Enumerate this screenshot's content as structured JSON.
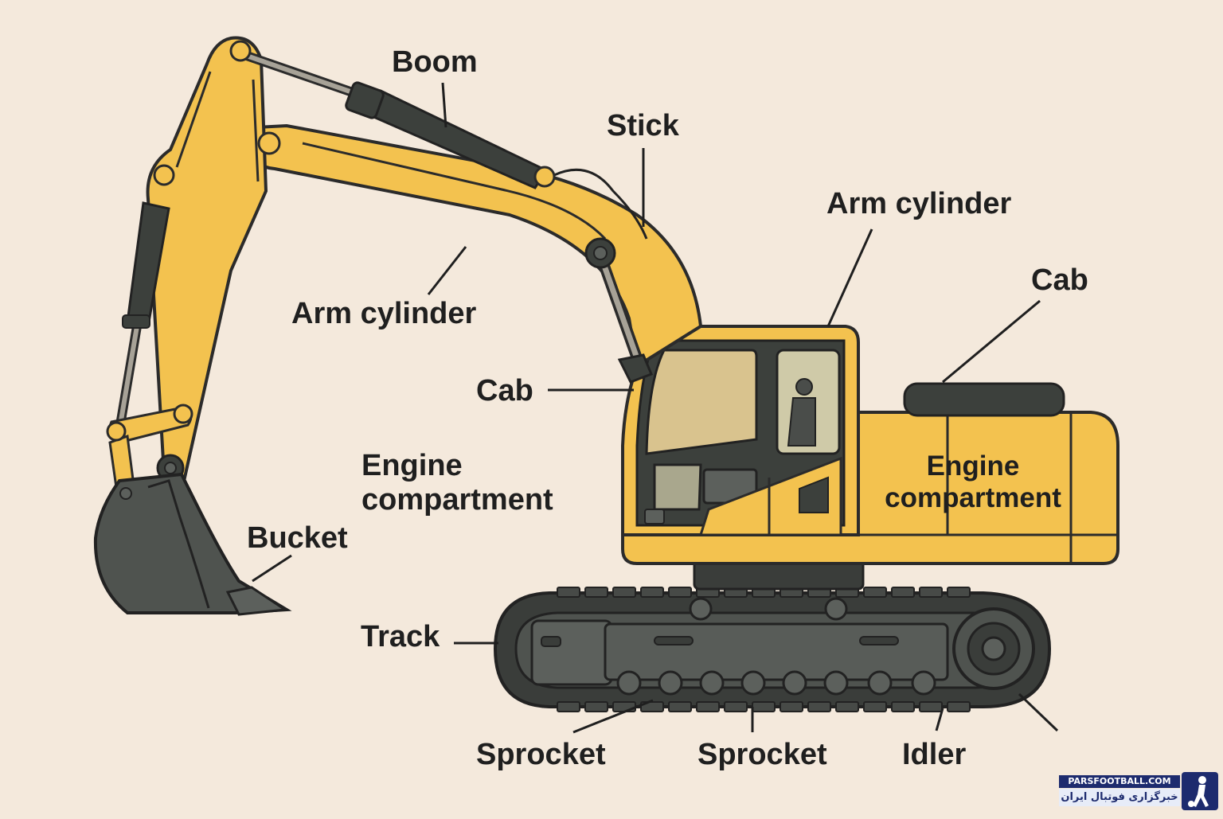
{
  "labels": {
    "boom": "Boom",
    "stick": "Stick",
    "arm_cylinder_right": "Arm cylinder",
    "cab_right": "Cab",
    "arm_cylinder_left": "Arm cylinder",
    "cab_left": "Cab",
    "engine_left_line1": "Engine",
    "engine_left_line2": "compartment",
    "engine_body_line1": "Engine",
    "engine_body_line2": "compartment",
    "bucket": "Bucket",
    "track": "Track",
    "sprocket_left": "Sprocket",
    "sprocket_middle": "Sprocket",
    "idler": "Idler"
  },
  "watermark": {
    "site": "PARSFOOTBALL.COM",
    "tagline": "خبرگزاری فوتبال ایران"
  },
  "colors": {
    "background": "#f4e9dc",
    "machine_yellow": "#f3c24f",
    "machine_shadow": "#e2a93a",
    "outline": "#2b2b2b",
    "track_dark": "#3a3d3a",
    "track_mid": "#4f534f",
    "cylinder_dark": "#3c403c",
    "glass": "#d9c38e"
  }
}
